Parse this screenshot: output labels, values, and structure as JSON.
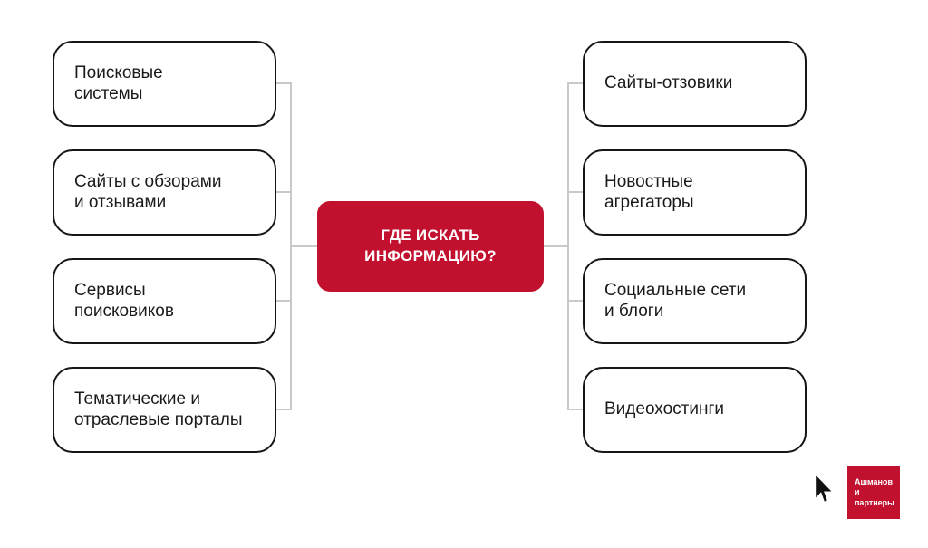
{
  "slide": {
    "background_color": "#ffffff"
  },
  "center_node": {
    "label": "ГДЕ ИСКАТЬ\nИНФОРМАЦИЮ?",
    "bg_color": "#c2112e",
    "text_color": "#ffffff"
  },
  "left_nodes": [
    {
      "label": "Поисковые\nсистемы"
    },
    {
      "label": "Сайты с обзорами\nи отзывами"
    },
    {
      "label": "Сервисы\nпоисковиков"
    },
    {
      "label": "Тематические и\nотраслевые порталы"
    }
  ],
  "right_nodes": [
    {
      "label": "Сайты-отзовики"
    },
    {
      "label": "Новостные\nагрегаторы"
    },
    {
      "label": "Социальные сети\nи блоги"
    },
    {
      "label": "Видеохостинги"
    }
  ],
  "logo": {
    "text": "Ашманов\nи партнеры",
    "bg_color": "#c2112e"
  },
  "icons": {
    "cursor": "mouse-pointer-icon"
  }
}
